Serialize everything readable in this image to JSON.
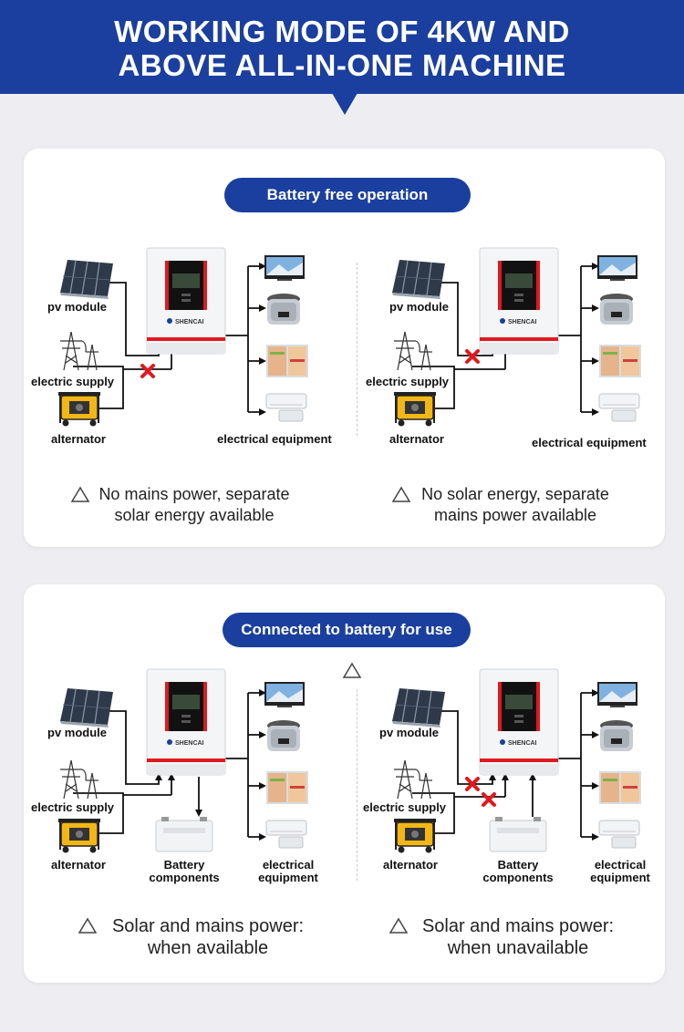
{
  "header": {
    "title_line1": "WORKING MODE OF 4KW AND",
    "title_line2": "ABOVE ALL-IN-ONE MACHINE"
  },
  "section1": {
    "pill": "Battery free operation",
    "left": {
      "labels": {
        "pv": "pv module",
        "supply": "electric supply",
        "alternator": "alternator",
        "equipment": "electrical equipment"
      },
      "caption_line1": "No mains power, separate",
      "caption_line2": "solar energy available"
    },
    "right": {
      "labels": {
        "pv": "pv module",
        "supply": "electric supply",
        "alternator": "alternator",
        "equipment": "electrical equipment"
      },
      "caption_line1": "No solar energy, separate",
      "caption_line2": "mains power available"
    }
  },
  "section2": {
    "pill": "Connected to battery for use",
    "left": {
      "labels": {
        "pv": "pv module",
        "supply": "electric supply",
        "alternator": "alternator",
        "battery_line1": "Battery",
        "battery_line2": "components",
        "equipment_line1": "electrical",
        "equipment_line2": "equipment"
      },
      "caption_line1": "Solar and mains power:",
      "caption_line2": "when available"
    },
    "right": {
      "labels": {
        "pv": "pv module",
        "supply": "electric supply",
        "alternator": "alternator",
        "battery_line1": "Battery",
        "battery_line2": "components",
        "equipment_line1": "electrical",
        "equipment_line2": "equipment"
      },
      "caption_line1": "Solar and mains power:",
      "caption_line2": "when unavailable"
    }
  },
  "inverter_brand": "SHENCAI",
  "colors": {
    "brand_blue": "#1a3f9e",
    "cross_red": "#e0191e"
  },
  "icons": [
    "solar-panel-icon",
    "power-tower-icon",
    "generator-icon",
    "inverter-icon",
    "tv-icon",
    "rice-cooker-icon",
    "refrigerator-icon",
    "air-conditioner-icon",
    "battery-icon",
    "cross-icon",
    "warning-triangle-icon"
  ]
}
